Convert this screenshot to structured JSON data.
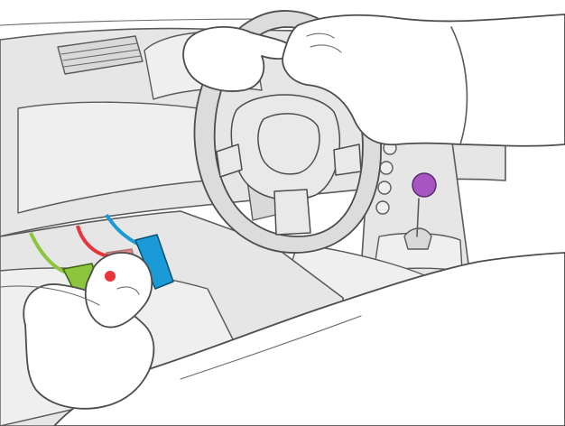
{
  "scene": {
    "type": "illustration",
    "subject": "car-interior-driver-view",
    "background_color": "#ffffff",
    "outline_color": "#5a5a5a",
    "interior_fill": "#e6e6e6"
  },
  "pedals": [
    {
      "name": "clutch-pedal",
      "color": "#8cc63f"
    },
    {
      "name": "brake-pedal",
      "color": "#e8343a"
    },
    {
      "name": "accelerator-pedal",
      "color": "#1a9ad6"
    }
  ],
  "gear_stick": {
    "knob_color": "#a855c4"
  },
  "foot_marker": {
    "color": "#e8343a"
  }
}
